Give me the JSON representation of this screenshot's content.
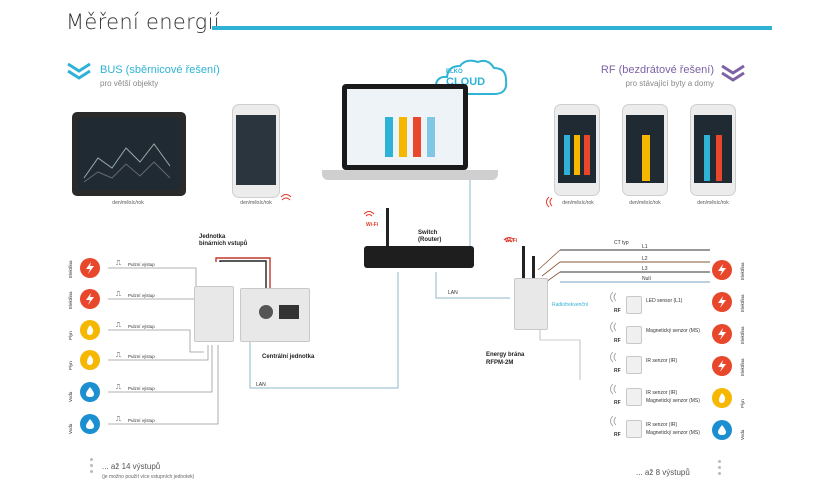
{
  "header": {
    "title": "Měření energií"
  },
  "bus": {
    "title": "BUS (sběrnicové řešení)",
    "subtitle": "pro větší objekty"
  },
  "rf": {
    "title": "RF (bezdrátové řešení)",
    "subtitle": "pro stávající byty a domy"
  },
  "cloud": {
    "brand": "ELKO",
    "label": "CLOUD"
  },
  "captions": {
    "tablet": "den/měsíc/rok",
    "phone_left": "den/měsíc/rok",
    "phone_r1": "den/měsíc/rok",
    "phone_r2": "den/měsíc/rok",
    "phone_r3": "den/měsíc/rok"
  },
  "labels": {
    "binary_unit": "Jednotka binárních vstupů",
    "central_unit": "Centrální jednotka",
    "switch": "Switch (Router)",
    "wifi_left": "Wi-Fi",
    "wifi_right": "Wi-Fi",
    "lan_bottom": "LAN",
    "lan_right": "LAN",
    "energy_gateway": "Energy brána",
    "gateway_model": "RFPM-2M",
    "radio_module": "Radiofrekvenční"
  },
  "left_inputs": [
    {
      "name": "Elektřina",
      "pulse": "Pulzní výstup",
      "icon": "bolt",
      "color": "#e8472b"
    },
    {
      "name": "Elektřina",
      "pulse": "Pulzní výstup",
      "icon": "bolt",
      "color": "#e8472b"
    },
    {
      "name": "Plyn",
      "pulse": "Pulzní výstup",
      "icon": "flame",
      "color": "#f5b700"
    },
    {
      "name": "Plyn",
      "pulse": "Pulzní výstup",
      "icon": "flame",
      "color": "#f5b700"
    },
    {
      "name": "Voda",
      "pulse": "Pulzní výstup",
      "icon": "drop",
      "color": "#1c8fd0"
    },
    {
      "name": "Voda",
      "pulse": "Pulzní výstup",
      "icon": "drop",
      "color": "#1c8fd0"
    }
  ],
  "right_outputs": [
    {
      "name": "Elektřina",
      "icon": "bolt",
      "color": "#e8472b"
    },
    {
      "name": "Elektřina",
      "icon": "bolt",
      "color": "#e8472b"
    },
    {
      "name": "Elektřina",
      "icon": "bolt",
      "color": "#e8472b"
    },
    {
      "name": "Elektřina",
      "icon": "bolt",
      "color": "#e8472b"
    },
    {
      "name": "Plyn",
      "icon": "flame",
      "color": "#f5b700"
    },
    {
      "name": "Voda",
      "icon": "drop",
      "color": "#1c8fd0"
    }
  ],
  "lines": {
    "ct": "CT typ",
    "l1": "L1",
    "l2": "L2",
    "l3": "L3",
    "n": "Nulí"
  },
  "rf_sensors": [
    {
      "rf": "RF",
      "label": "LED sensor (L1)"
    },
    {
      "rf": "RF",
      "label": "Magnetický senzor (MS)"
    },
    {
      "rf": "RF",
      "label": "IR senzor (IR)"
    },
    {
      "rf": "RF",
      "label": "IR senzor (IR)",
      "label2": "Magnetický senzor (MS)"
    },
    {
      "rf": "RF",
      "label": "IR senzor (IR)",
      "label2": "Magnetický senzor (MS)"
    }
  ],
  "footer": {
    "left": "... až 14 výstupů",
    "left_sub": "(je možno použít více vstupních jednotek)",
    "right": "... až 8 výstupů"
  }
}
